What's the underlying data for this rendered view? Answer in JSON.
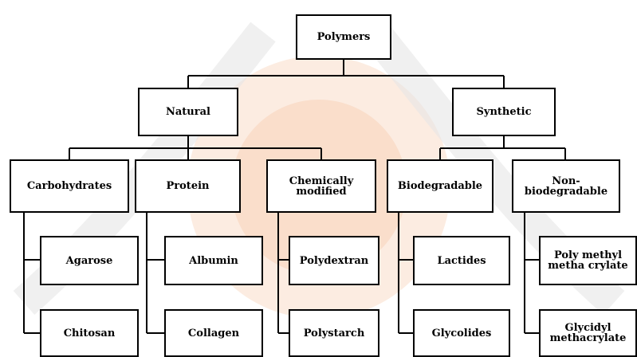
{
  "diagram": {
    "root": "Polymers",
    "natural": {
      "label": "Natural",
      "carbohydrates": {
        "label": "Carbohydrates",
        "items": [
          "Agarose",
          "Chitosan"
        ]
      },
      "protein": {
        "label": "Protein",
        "items": [
          "Albumin",
          "Collagen"
        ]
      },
      "chemically_modified": {
        "label": "Chemically\nmodified",
        "items": [
          "Polydextran",
          "Polystarch"
        ]
      }
    },
    "synthetic": {
      "label": "Synthetic",
      "biodegradable": {
        "label": "Biodegradable",
        "items": [
          "Lactides",
          "Glycolides"
        ]
      },
      "non_biodegradable": {
        "label": "Non-\nbiodegradable",
        "items": [
          "Poly methyl\nmetha crylate",
          "Glycidyl\nmethacrylate"
        ]
      }
    }
  },
  "colors": {
    "box_border": "#000000",
    "line": "#000000",
    "watermark": "#f0a878"
  }
}
